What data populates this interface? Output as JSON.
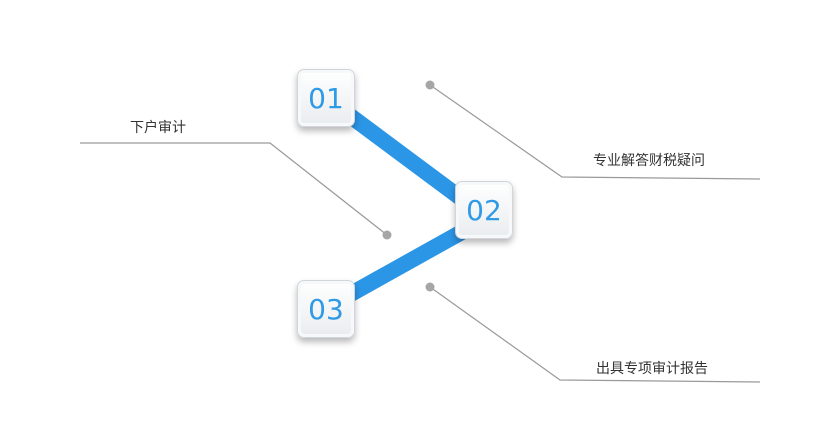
{
  "nodes": [
    {
      "number": "01"
    },
    {
      "number": "02"
    },
    {
      "number": "03"
    }
  ],
  "labels": [
    {
      "text": "下户审计"
    },
    {
      "text": "专业解答财税疑问"
    },
    {
      "text": "出具专项审计报告"
    }
  ],
  "colors": {
    "connector": "#2b95e6",
    "number": "#2f9ae6",
    "leader_line": "#9a9a9a",
    "dot": "#a6a6a6"
  }
}
